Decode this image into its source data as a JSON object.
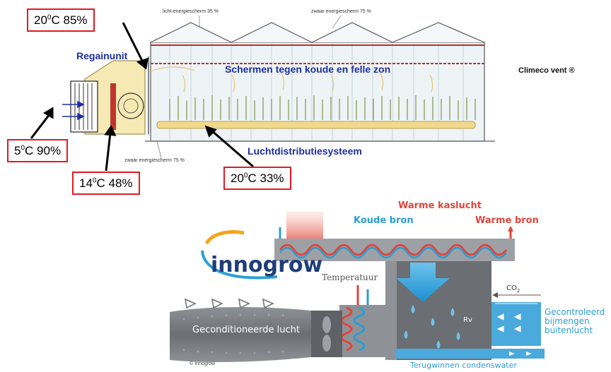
{
  "greenhouse": {
    "labels": {
      "regainunit": "Regainunit",
      "screens": "Schermen tegen koude en felle zon",
      "distribution": "Luchtdistributiesysteem",
      "light_screen": "licht-energiescherm 35 %",
      "heavy_screen_top": "zwaar energiescherm 75 %",
      "heavy_screen_bottom": "zwaar energiescherm 75 %",
      "climeco": "Climeco vent ®"
    }
  },
  "callouts": [
    {
      "temp": "20",
      "rest": "C 85%"
    },
    {
      "temp": "5",
      "rest": "C 90%"
    },
    {
      "temp": "14",
      "rest": "C 48%"
    },
    {
      "temp": "20",
      "rest": "C 33%"
    }
  ],
  "degree_mark": "0",
  "schema": {
    "brand": "innogrow",
    "copyright": "© Innogrow",
    "warm_air": "Warme kaslucht",
    "cold_source": "Koude bron",
    "warm_source": "Warme bron",
    "temperature": "Temperatuur",
    "co2": "CO",
    "co2_sub": "2",
    "rv": "Rv",
    "conditioned_air": "Geconditioneerde lucht",
    "outside_air": [
      "Gecontroleerd",
      "bijmengen",
      "buitenlucht"
    ],
    "condensate": "Terugwinnen condenswater"
  },
  "colors": {
    "callout_border": "#e01b24",
    "label_blue": "#1d2f9e",
    "cold": "#2a9ed4",
    "warm": "#e0463b",
    "unit_gray": "#6b6e72"
  }
}
